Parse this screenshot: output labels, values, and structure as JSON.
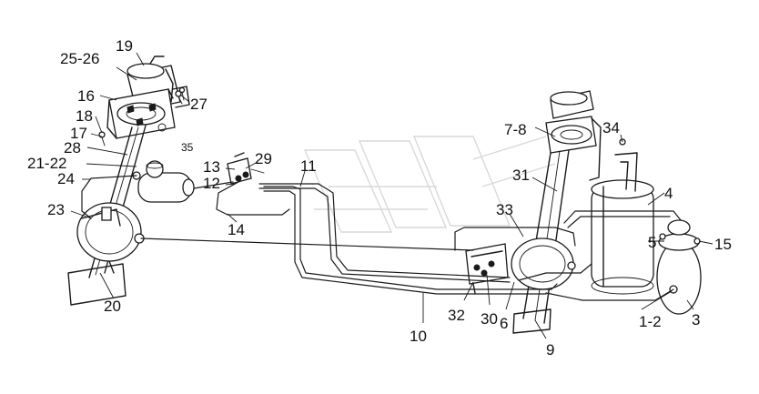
{
  "labels": {
    "l1": "25-26",
    "l2": "19",
    "l3": "16",
    "l4": "27",
    "l5": "18",
    "l6": "17",
    "l7": "28",
    "l8": "21-22",
    "l9": "24",
    "l10": "35",
    "l11": "13",
    "l12": "29",
    "l13": "12",
    "l14": "11",
    "l15": "23",
    "l16": "14",
    "l17": "20",
    "l18": "7-8",
    "l19": "34",
    "l20": "31",
    "l21": "4",
    "l22": "33",
    "l23": "5",
    "l24": "15",
    "l25": "32",
    "l26": "30",
    "l27": "6",
    "l28": "1-2",
    "l29": "3",
    "l30": "10",
    "l31": "9"
  }
}
